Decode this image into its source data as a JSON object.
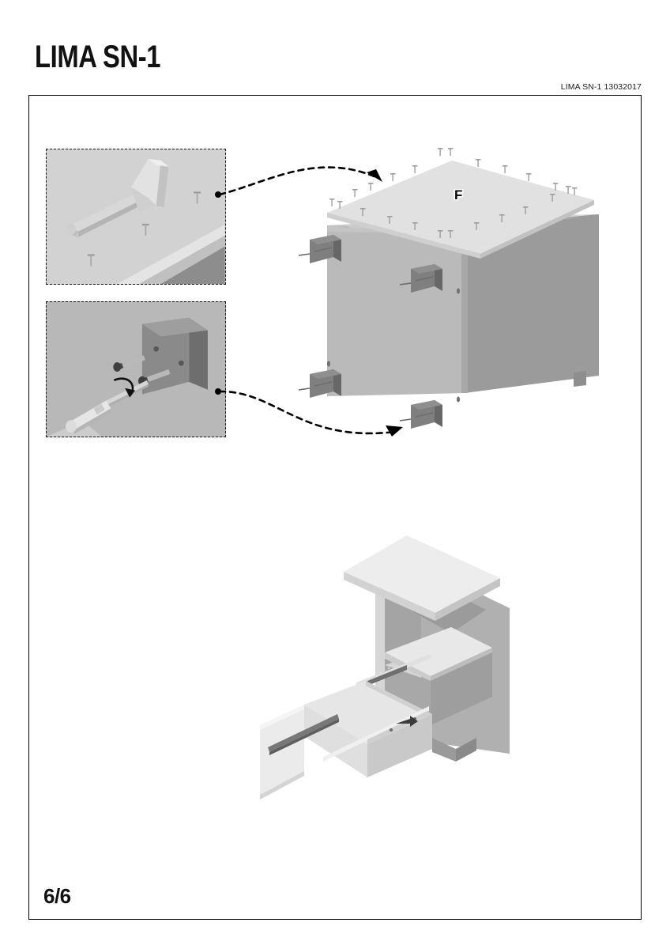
{
  "document": {
    "title": "LIMA SN-1",
    "code": "LIMA SN-1 13032017",
    "page_number": "6/6"
  },
  "illustrations": {
    "back_panel_label": "F",
    "insets": [
      {
        "name": "hammer-detail",
        "tools": [
          "hammer",
          "nails"
        ],
        "nail_count": 3,
        "background": "#d2d2d2"
      },
      {
        "name": "screwdriver-detail",
        "tools": [
          "screwdriver",
          "screws",
          "wall-bracket"
        ],
        "screw_count": 2,
        "background": "#b8b8b8"
      }
    ],
    "main_step": {
      "name": "attach-back-panel-and-brackets",
      "bracket_count": 4,
      "nail_count": 24
    },
    "final_step": {
      "name": "finished-nightstand-with-drawer"
    }
  },
  "colors": {
    "frame_border": "#000000",
    "panel_light": "#d9d9d9",
    "panel_medium": "#bababa",
    "panel_dark": "#9b9b9b",
    "bracket": "#7a7a7a",
    "arrow": "#000000",
    "text": "#111111"
  }
}
